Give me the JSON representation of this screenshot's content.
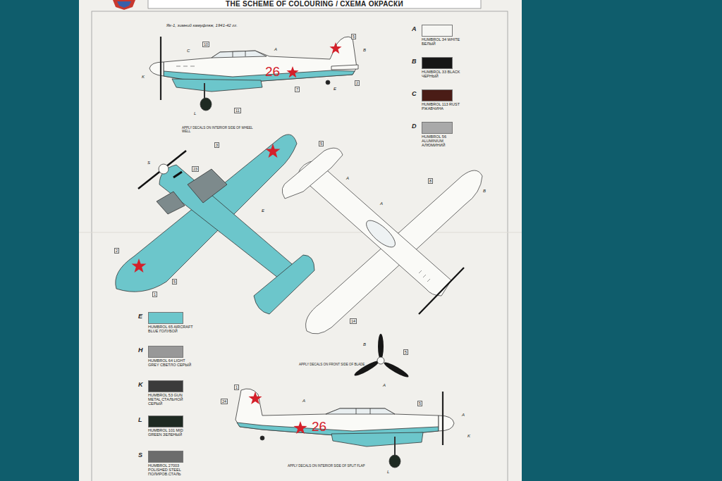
{
  "diagram": {
    "title": "THE SCHEME OF COLOURING / СХЕМА ОКРАСКИ",
    "labels": [
      "Як-1, зимний камуфляж, 1941-42 гг.",
      "26",
      "26",
      "A",
      "B",
      "C",
      "D",
      "E",
      "H",
      "K",
      "L",
      "S",
      "K",
      "C",
      "10",
      "A",
      "5",
      "B",
      "2",
      "E",
      "7",
      "11",
      "L",
      "APPLY DECALS ON INTERIOR SIDE OF WHEEL WELL",
      "S",
      "23",
      "3",
      "2",
      "E",
      "5",
      "1",
      "5",
      "A",
      "8",
      "B",
      "A",
      "14",
      "APPLY DECALS ON FRONT SIDE OF BLADE",
      "B",
      "5",
      "A",
      "1",
      "24",
      "A",
      "5",
      "A",
      "K",
      "L",
      "APPLY DECALS ON INTERIOR SIDE OF SPLIT FLAP"
    ],
    "legend": [
      {
        "text": "HUMBROL 34 WHITE БЕЛЫЙ",
        "color": "#f6f6f3"
      },
      {
        "text": "HUMBROL 33 BLACK ЧЕРНЫЙ",
        "color": "#161616"
      },
      {
        "text": "HUMBROL 113 RUST РЖАВЧИНА",
        "color": "#4a1c16"
      },
      {
        "text": "HUMBROL 56 ALUMINIUM АЛЮМИНИЙ",
        "color": "#a9a9a9"
      },
      {
        "text": "HUMBROL 65 AIRCRAFT BLUE ГОЛУБОЙ",
        "color": "#6cc6cb"
      },
      {
        "text": "HUMBROL 64 LIGHT GREY СВЕТЛО СЕРЫЙ",
        "color": "#989898"
      },
      {
        "text": "HUMBROL 53 GUN METAL СТАЛЬНОЙ СЕРЫЙ",
        "color": "#3b3b3b"
      },
      {
        "text": "HUMBROL 101 MID GREEN ЗЕЛЕНЫЙ",
        "color": "#1e2a22"
      },
      {
        "text": "HUMBROL 27003 POLISHED STEEL ПОЛИРОВ.СТАЛЬ",
        "color": "#6c6c6c"
      }
    ]
  }
}
